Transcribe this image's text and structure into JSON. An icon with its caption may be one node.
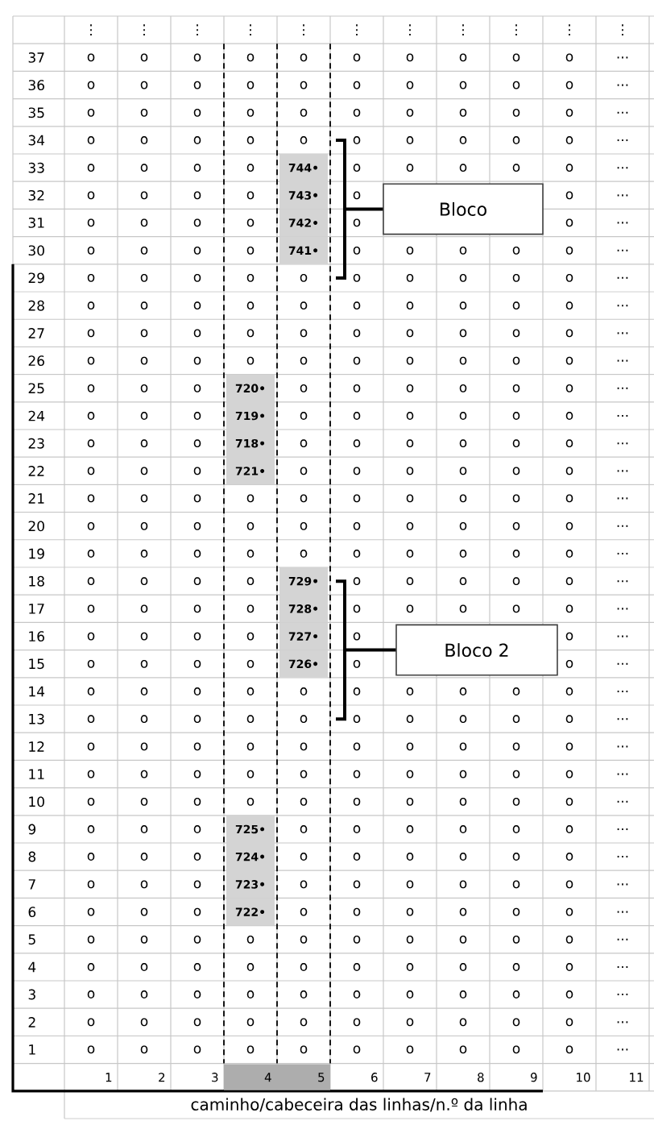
{
  "diagram": {
    "nodes": [
      {
        "text": [
          "Bloco"
        ]
      },
      {
        "text": [
          "Bloco 2"
        ]
      }
    ],
    "labels": [
      "⋮",
      "⋮",
      "⋮",
      "⋮",
      "⋮",
      "⋮",
      "⋮",
      "⋮",
      "⋮",
      "⋮",
      "⋮",
      "37",
      "o",
      "o",
      "o",
      "o",
      "o",
      "o",
      "o",
      "o",
      "o",
      "o",
      "...",
      "36",
      "o",
      "o",
      "o",
      "o",
      "o",
      "o",
      "o",
      "o",
      "o",
      "o",
      "...",
      "35",
      "o",
      "o",
      "o",
      "o",
      "o",
      "o",
      "o",
      "o",
      "o",
      "o",
      "...",
      "34",
      "o",
      "o",
      "o",
      "o",
      "o",
      "o",
      "o",
      "o",
      "o",
      "o",
      "...",
      "33",
      "o",
      "o",
      "o",
      "o",
      "744•",
      "o",
      "o",
      "o",
      "o",
      "o",
      "...",
      "32",
      "o",
      "o",
      "o",
      "o",
      "743•",
      "o",
      "o",
      "...",
      "31",
      "o",
      "o",
      "o",
      "o",
      "742•",
      "o",
      "o",
      "...",
      "30",
      "o",
      "o",
      "o",
      "o",
      "741•",
      "o",
      "o",
      "o",
      "o",
      "o",
      "...",
      "29",
      "o",
      "o",
      "o",
      "o",
      "o",
      "o",
      "o",
      "o",
      "o",
      "o",
      "...",
      "28",
      "o",
      "o",
      "o",
      "o",
      "o",
      "o",
      "o",
      "o",
      "o",
      "o",
      "...",
      "27",
      "o",
      "o",
      "o",
      "o",
      "o",
      "o",
      "o",
      "o",
      "o",
      "o",
      "...",
      "26",
      "o",
      "o",
      "o",
      "o",
      "o",
      "o",
      "o",
      "o",
      "o",
      "o",
      "...",
      "25",
      "o",
      "o",
      "o",
      "720•",
      "o",
      "o",
      "o",
      "o",
      "o",
      "o",
      "...",
      "24",
      "o",
      "o",
      "o",
      "719•",
      "o",
      "o",
      "o",
      "o",
      "o",
      "o",
      "...",
      "23",
      "o",
      "o",
      "o",
      "718•",
      "o",
      "o",
      "o",
      "o",
      "o",
      "o",
      "...",
      "22",
      "o",
      "o",
      "o",
      "721•",
      "o",
      "o",
      "o",
      "o",
      "o",
      "o",
      "...",
      "21",
      "o",
      "o",
      "o",
      "o",
      "o",
      "o",
      "o",
      "o",
      "o",
      "o",
      "...",
      "20",
      "o",
      "o",
      "o",
      "o",
      "o",
      "o",
      "o",
      "o",
      "o",
      "o",
      "...",
      "19",
      "o",
      "o",
      "o",
      "o",
      "o",
      "o",
      "o",
      "o",
      "o",
      "o",
      "...",
      "18",
      "o",
      "o",
      "o",
      "o",
      "729•",
      "o",
      "o",
      "o",
      "o",
      "o",
      "...",
      "17",
      "o",
      "o",
      "o",
      "o",
      "728•",
      "o",
      "o",
      "o",
      "o",
      "o",
      "...",
      "16",
      "o",
      "o",
      "o",
      "o",
      "727•",
      "o",
      "o",
      "...",
      "15",
      "o",
      "o",
      "o",
      "o",
      "726•",
      "o",
      "o",
      "...",
      "14",
      "o",
      "o",
      "o",
      "o",
      "o",
      "o",
      "o",
      "o",
      "o",
      "o",
      "...",
      "13",
      "o",
      "o",
      "o",
      "o",
      "o",
      "o",
      "o",
      "o",
      "o",
      "o",
      "...",
      "12",
      "o",
      "o",
      "o",
      "o",
      "o",
      "o",
      "o",
      "o",
      "o",
      "o",
      "...",
      "11",
      "o",
      "o",
      "o",
      "o",
      "o",
      "o",
      "o",
      "o",
      "o",
      "o",
      "...",
      "10",
      "o",
      "o",
      "o",
      "o",
      "o",
      "o",
      "o",
      "o",
      "o",
      "o",
      "...",
      "9",
      "o",
      "o",
      "o",
      "725•",
      "o",
      "o",
      "o",
      "o",
      "o",
      "o",
      "...",
      "8",
      "o",
      "o",
      "o",
      "724•",
      "o",
      "o",
      "o",
      "o",
      "o",
      "o",
      "...",
      "7",
      "o",
      "o",
      "o",
      "723•",
      "o",
      "o",
      "o",
      "o",
      "o",
      "o",
      "...",
      "6",
      "o",
      "o",
      "o",
      "722•",
      "o",
      "o",
      "o",
      "o",
      "o",
      "o",
      "...",
      "5",
      "o",
      "o",
      "o",
      "o",
      "o",
      "o",
      "o",
      "o",
      "o",
      "o",
      "...",
      "4",
      "o",
      "o",
      "o",
      "o",
      "o",
      "o",
      "o",
      "o",
      "o",
      "o",
      "...",
      "3",
      "o",
      "o",
      "o",
      "o",
      "o",
      "o",
      "o",
      "o",
      "o",
      "o",
      "...",
      "2",
      "o",
      "o",
      "o",
      "o",
      "o",
      "o",
      "o",
      "o",
      "o",
      "o",
      "...",
      "1",
      "o",
      "o",
      "o",
      "o",
      "o",
      "o",
      "o",
      "o",
      "o",
      "o",
      "...",
      "1",
      "2",
      "3",
      "4",
      "5",
      "6",
      "7",
      "8",
      "9",
      "10",
      "11",
      "caminho/cabeceira das linhas/n.º da linha"
    ]
  }
}
